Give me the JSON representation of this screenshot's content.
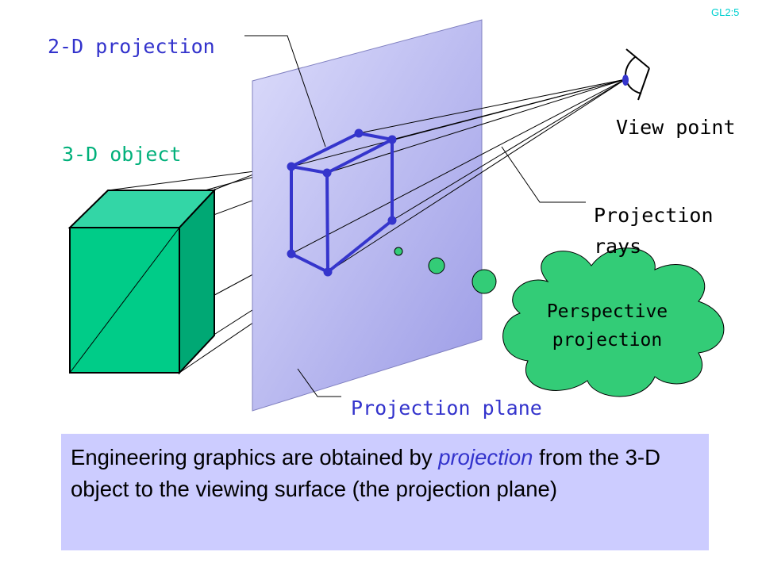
{
  "slide_id": "GL2:5",
  "labels": {
    "view_point": "View point",
    "projection_2d": "2-D projection",
    "object_3d": "3-D object",
    "projection_rays_line1": "Projection",
    "projection_rays_line2": "rays",
    "projection_plane": "Projection plane"
  },
  "cloud": {
    "line1": "Perspective",
    "line2": "projection"
  },
  "caption": {
    "part1": "Engineering graphics are obtained by ",
    "emphasis": "projection",
    "part2": " from the 3-D object to the viewing surface (the projection plane)"
  },
  "colors": {
    "plane_fill": "#b0b0ee",
    "cube_front": "#00cc88",
    "cube_top": "#33d6a6",
    "cube_side": "#00a874",
    "projection_lines": "#3535cc",
    "label_blue": "#3333cc",
    "label_green": "#00b07a",
    "cloud_fill": "#33cc77",
    "caption_bg": "#ccccff",
    "slide_id": "#00d0d0"
  }
}
